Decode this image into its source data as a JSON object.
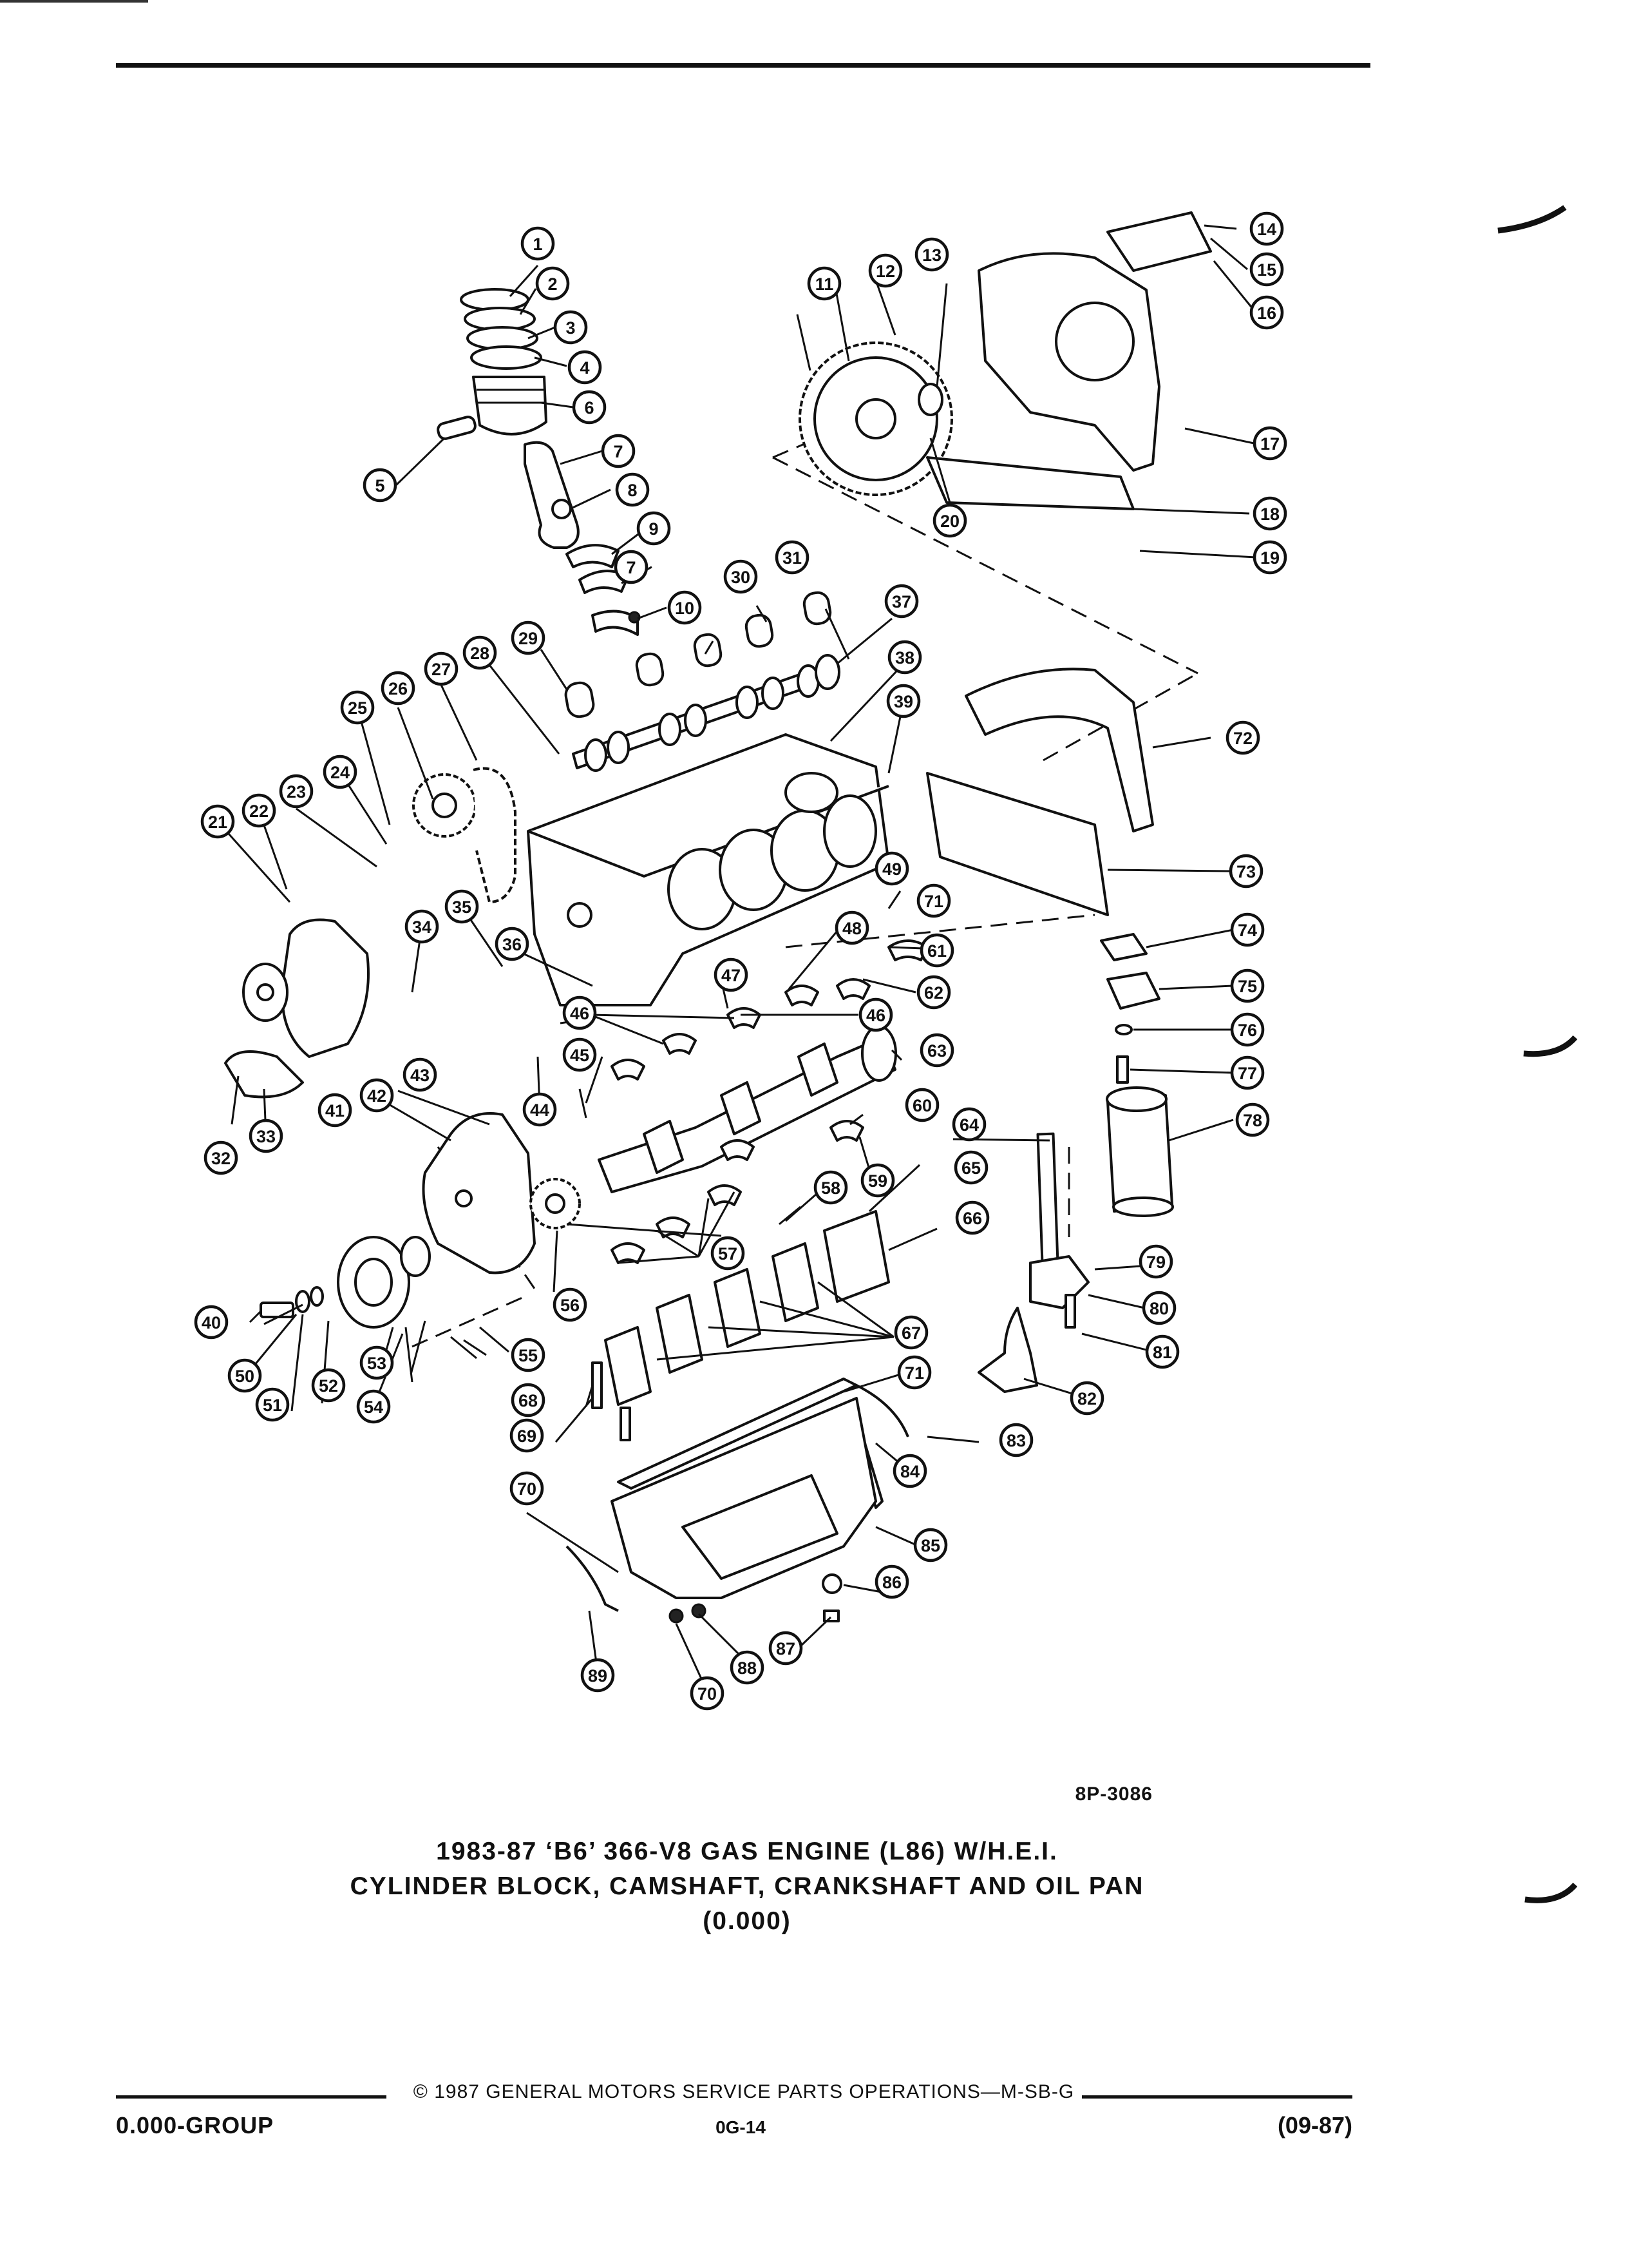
{
  "ref_code": "8P-3086",
  "title": {
    "line1": "1983-87 ‘B6’ 366-V8 GAS ENGINE (L86) W/H.E.I.",
    "line2": "CYLINDER BLOCK, CAMSHAFT, CRANKSHAFT AND OIL PAN",
    "line3": "(0.000)"
  },
  "footer": {
    "copyright": "© 1987 GENERAL MOTORS SERVICE PARTS OPERATIONS—M-SB-G",
    "group": "0.000-GROUP",
    "page": "0G-14",
    "date": "(09-87)"
  },
  "callouts": [
    {
      "id": "c1",
      "label": "1"
    },
    {
      "id": "c2",
      "label": "2"
    },
    {
      "id": "c3",
      "label": "3"
    },
    {
      "id": "c4",
      "label": "4"
    },
    {
      "id": "c5",
      "label": "5"
    },
    {
      "id": "c6",
      "label": "6"
    },
    {
      "id": "c7a",
      "label": "7"
    },
    {
      "id": "c8",
      "label": "8"
    },
    {
      "id": "c9",
      "label": "9"
    },
    {
      "id": "c7b",
      "label": "7"
    },
    {
      "id": "c10",
      "label": "10"
    },
    {
      "id": "c11",
      "label": "11"
    },
    {
      "id": "c12",
      "label": "12"
    },
    {
      "id": "c13",
      "label": "13"
    },
    {
      "id": "c14",
      "label": "14"
    },
    {
      "id": "c15",
      "label": "15"
    },
    {
      "id": "c16",
      "label": "16"
    },
    {
      "id": "c17",
      "label": "17"
    },
    {
      "id": "c18",
      "label": "18"
    },
    {
      "id": "c19",
      "label": "19"
    },
    {
      "id": "c20",
      "label": "20"
    },
    {
      "id": "c21",
      "label": "21"
    },
    {
      "id": "c22",
      "label": "22"
    },
    {
      "id": "c23",
      "label": "23"
    },
    {
      "id": "c24",
      "label": "24"
    },
    {
      "id": "c25",
      "label": "25"
    },
    {
      "id": "c26",
      "label": "26"
    },
    {
      "id": "c27",
      "label": "27"
    },
    {
      "id": "c28",
      "label": "28"
    },
    {
      "id": "c29",
      "label": "29"
    },
    {
      "id": "c30",
      "label": "30"
    },
    {
      "id": "c31",
      "label": "31"
    },
    {
      "id": "c32",
      "label": "32"
    },
    {
      "id": "c33",
      "label": "33"
    },
    {
      "id": "c34",
      "label": "34"
    },
    {
      "id": "c35",
      "label": "35"
    },
    {
      "id": "c36",
      "label": "36"
    },
    {
      "id": "c37",
      "label": "37"
    },
    {
      "id": "c38",
      "label": "38"
    },
    {
      "id": "c39",
      "label": "39"
    },
    {
      "id": "c40",
      "label": "40"
    },
    {
      "id": "c41",
      "label": "41"
    },
    {
      "id": "c42",
      "label": "42"
    },
    {
      "id": "c43",
      "label": "43"
    },
    {
      "id": "c44",
      "label": "44"
    },
    {
      "id": "c45",
      "label": "45"
    },
    {
      "id": "c46a",
      "label": "46"
    },
    {
      "id": "c46b",
      "label": "46"
    },
    {
      "id": "c47",
      "label": "47"
    },
    {
      "id": "c48",
      "label": "48"
    },
    {
      "id": "c49",
      "label": "49"
    },
    {
      "id": "c50",
      "label": "50"
    },
    {
      "id": "c51",
      "label": "51"
    },
    {
      "id": "c52",
      "label": "52"
    },
    {
      "id": "c53",
      "label": "53"
    },
    {
      "id": "c54",
      "label": "54"
    },
    {
      "id": "c55",
      "label": "55"
    },
    {
      "id": "c56",
      "label": "56"
    },
    {
      "id": "c57",
      "label": "57"
    },
    {
      "id": "c58",
      "label": "58"
    },
    {
      "id": "c59",
      "label": "59"
    },
    {
      "id": "c60",
      "label": "60"
    },
    {
      "id": "c61",
      "label": "61"
    },
    {
      "id": "c62",
      "label": "62"
    },
    {
      "id": "c63",
      "label": "63"
    },
    {
      "id": "c64",
      "label": "64"
    },
    {
      "id": "c65",
      "label": "65"
    },
    {
      "id": "c66",
      "label": "66"
    },
    {
      "id": "c67",
      "label": "67"
    },
    {
      "id": "c68",
      "label": "68"
    },
    {
      "id": "c69",
      "label": "69"
    },
    {
      "id": "c70a",
      "label": "70"
    },
    {
      "id": "c70b",
      "label": "70"
    },
    {
      "id": "c71a",
      "label": "71"
    },
    {
      "id": "c71b",
      "label": "71"
    },
    {
      "id": "c72",
      "label": "72"
    },
    {
      "id": "c73",
      "label": "73"
    },
    {
      "id": "c74",
      "label": "74"
    },
    {
      "id": "c75",
      "label": "75"
    },
    {
      "id": "c76",
      "label": "76"
    },
    {
      "id": "c77",
      "label": "77"
    },
    {
      "id": "c78",
      "label": "78"
    },
    {
      "id": "c79",
      "label": "79"
    },
    {
      "id": "c80",
      "label": "80"
    },
    {
      "id": "c81",
      "label": "81"
    },
    {
      "id": "c82",
      "label": "82"
    },
    {
      "id": "c83",
      "label": "83"
    },
    {
      "id": "c84",
      "label": "84"
    },
    {
      "id": "c85",
      "label": "85"
    },
    {
      "id": "c86",
      "label": "86"
    },
    {
      "id": "c87",
      "label": "87"
    },
    {
      "id": "c88",
      "label": "88"
    },
    {
      "id": "c89",
      "label": "89"
    }
  ]
}
